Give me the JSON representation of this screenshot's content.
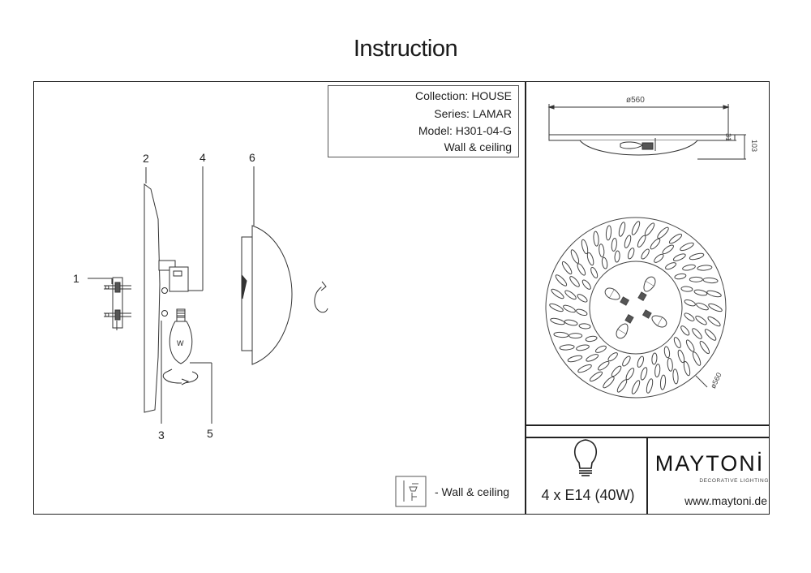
{
  "title": "Instruction",
  "info": {
    "collection": "Collection: HOUSE",
    "series": "Series: LAMAR",
    "model": "Model: H301-04-G",
    "type": "Wall & ceiling"
  },
  "callouts": [
    "1",
    "2",
    "3",
    "4",
    "5",
    "6"
  ],
  "legend": {
    "text": "- Wall & ceiling",
    "icon": "wall-ceiling-mount-icon"
  },
  "dimensions": {
    "diameter_top": "ø560",
    "height_small": "31",
    "height_total": "103",
    "diameter_plan": "ø560"
  },
  "bulb_label": "W",
  "spec": {
    "bulbs": "4 x E14 (40W)",
    "icon": "light-bulb-icon"
  },
  "brand": {
    "name": "MAYTONİ",
    "tagline": "DECORATIVE LIGHTING",
    "website": "www.maytoni.de"
  }
}
